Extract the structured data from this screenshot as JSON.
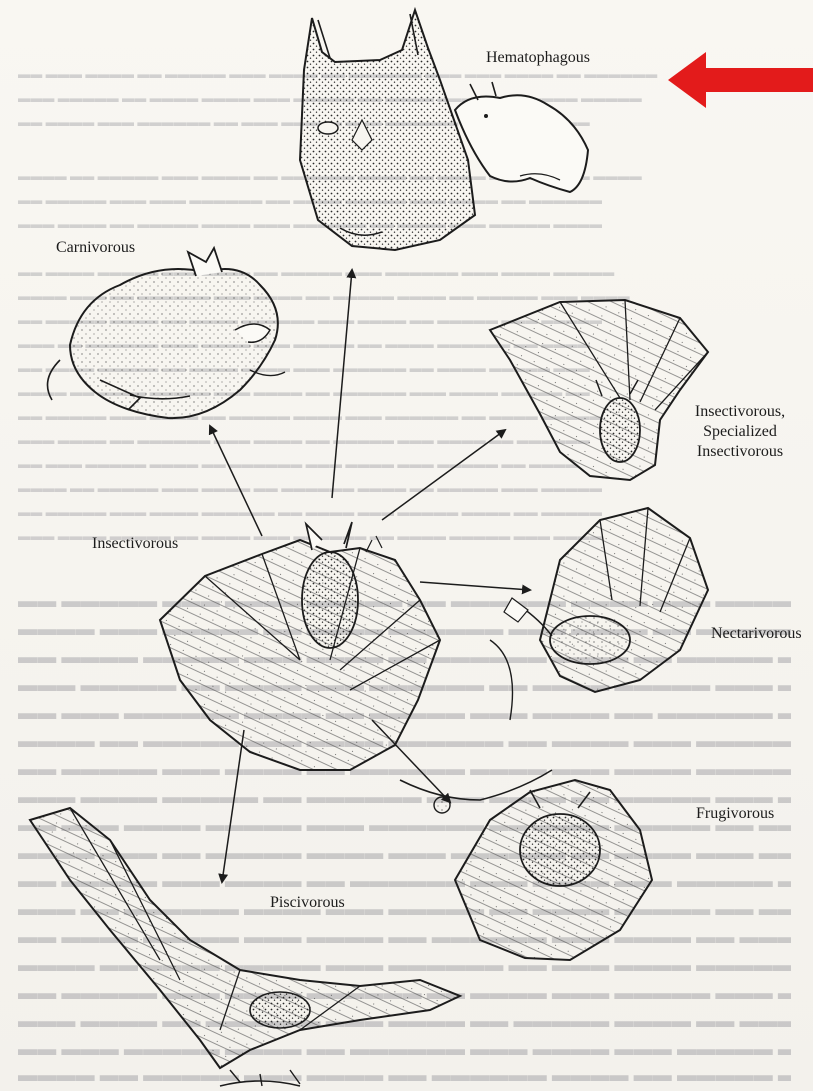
{
  "labels": {
    "hematophagous": "Hematophagous",
    "carnivorous": "Carnivorous",
    "insectivorous_specialized": [
      "Insectivorous,",
      "Specialized",
      "Insectivorous"
    ],
    "insectivorous": "Insectivorous",
    "nectarivorous": "Nectarivorous",
    "frugivorous": "Frugivorous",
    "piscivorous": "Piscivorous"
  },
  "colors": {
    "ink": "#1c1c1c",
    "highlight_arrow": "#e31b1b",
    "paper": "#f7f5f0"
  }
}
